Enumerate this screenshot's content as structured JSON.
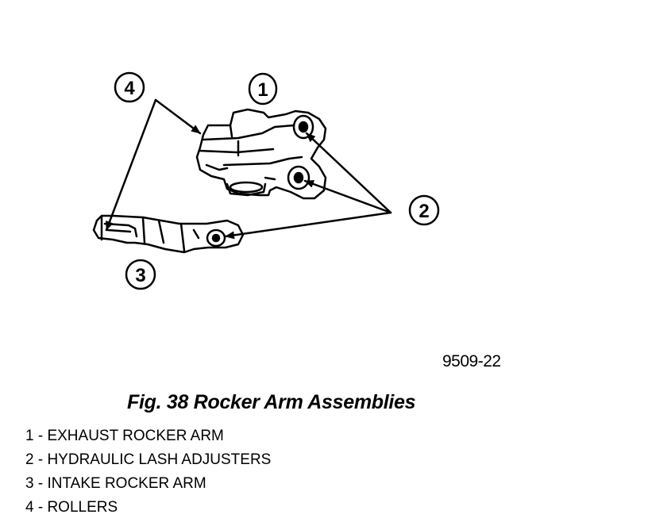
{
  "figure": {
    "code": "9509-22",
    "caption": "Fig. 38 Rocker Arm Assemblies",
    "callouts": [
      "1",
      "2",
      "3",
      "4"
    ]
  },
  "legend": [
    "1 - EXHAUST ROCKER ARM",
    "2 - HYDRAULIC LASH ADJUSTERS",
    "3 - INTAKE ROCKER ARM",
    "4 - ROLLERS"
  ]
}
